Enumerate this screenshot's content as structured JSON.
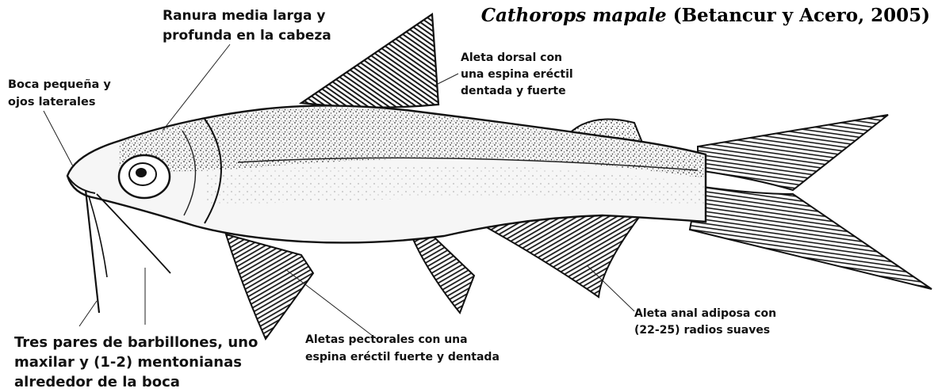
{
  "title": {
    "species": "Cathorops mapale",
    "authority": "(Betancur y Acero, 2005)"
  },
  "labels": {
    "groove": [
      "Ranura media larga y",
      "profunda en la cabeza"
    ],
    "mouth": [
      "Boca pequeña y",
      "ojos laterales"
    ],
    "dorsal": [
      "Aleta dorsal con",
      "una espina eréctil",
      "dentada y fuerte"
    ],
    "barbels": [
      "Tres pares de barbillones, uno",
      "maxilar y (1-2) mentonianas",
      "alrededor de la boca"
    ],
    "pectoral": [
      "Aletas pectorales con una",
      "espina eréctil fuerte y dentada"
    ],
    "anal": [
      "Aleta anal adiposa con",
      "(22-25) radios suaves"
    ]
  },
  "colors": {
    "ink": "#111111",
    "background": "#ffffff"
  }
}
